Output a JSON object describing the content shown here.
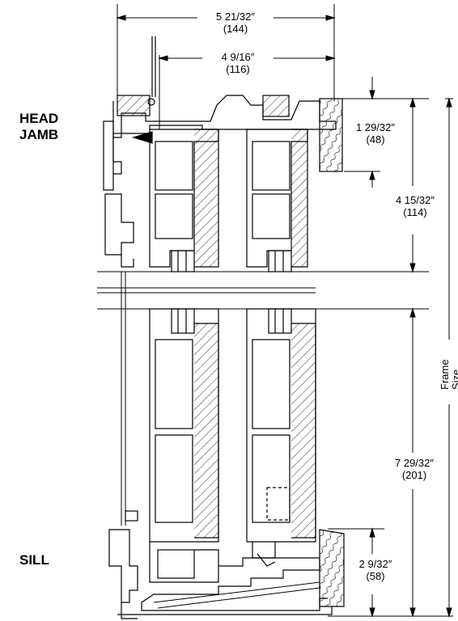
{
  "labels": {
    "head_jamb_line1": "HEAD",
    "head_jamb_line2": "JAMB",
    "sill": "SILL"
  },
  "dimensions": {
    "overall_width": {
      "imperial": "5 21/32″",
      "metric": "(144)"
    },
    "panel_width": {
      "imperial": "4 9/16″",
      "metric": "(116)"
    },
    "head_height": {
      "imperial": "1 29/32″",
      "metric": "(48)"
    },
    "head_to_glass": {
      "imperial": "4 15/32″",
      "metric": "(114)"
    },
    "glass_to_sill": {
      "imperial": "7 29/32″",
      "metric": "(201)"
    },
    "sill_height": {
      "imperial": "2 9/32″",
      "metric": "(58)"
    },
    "frame_size_line1": "Frame",
    "frame_size_line2": "Size"
  },
  "colors": {
    "line": "#000000",
    "hatch": "#000000",
    "background": "#ffffff"
  }
}
